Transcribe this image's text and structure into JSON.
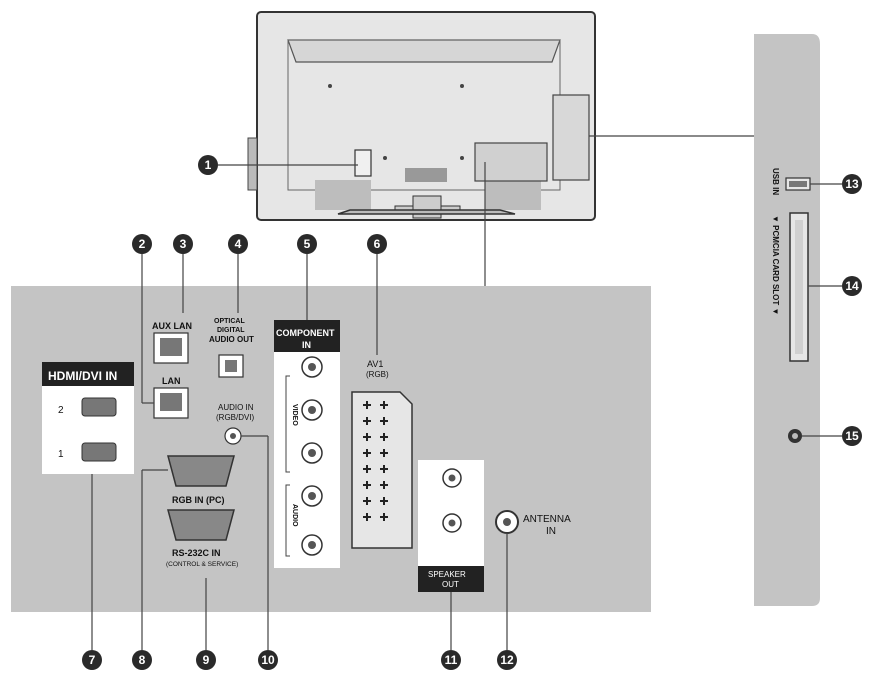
{
  "labels": {
    "hdmi": "HDMI/DVI IN",
    "hdmi_2": "2",
    "hdmi_1": "1",
    "aux_lan": "AUX LAN",
    "lan": "LAN",
    "optical_1": "OPTICAL",
    "optical_2": "DIGITAL",
    "optical_3": "AUDIO OUT",
    "audio_in_1": "AUDIO IN",
    "audio_in_2": "(RGB/DVI)",
    "rgb_in": "RGB IN (PC)",
    "rs232_1": "RS-232C IN",
    "rs232_2": "(CONTROL & SERVICE)",
    "component_1": "COMPONENT",
    "component_2": "IN",
    "video": "VIDEO",
    "audio": "AUDIO",
    "av1_1": "AV1",
    "av1_2": "(RGB)",
    "speaker_1": "SPEAKER",
    "speaker_2": "OUT",
    "antenna_1": "ANTENNA",
    "antenna_2": "IN",
    "usb_in": "USB IN",
    "pcmcia": "▼ PCMCIA CARD SLOT ▼"
  },
  "callouts": [
    "1",
    "2",
    "3",
    "4",
    "5",
    "6",
    "7",
    "8",
    "9",
    "10",
    "11",
    "12",
    "13",
    "14",
    "15"
  ],
  "colors": {
    "panel": "#c4c4c4",
    "panel_dark": "#9a9a9a",
    "callout": "#2a2a2a",
    "port": "#777777"
  }
}
